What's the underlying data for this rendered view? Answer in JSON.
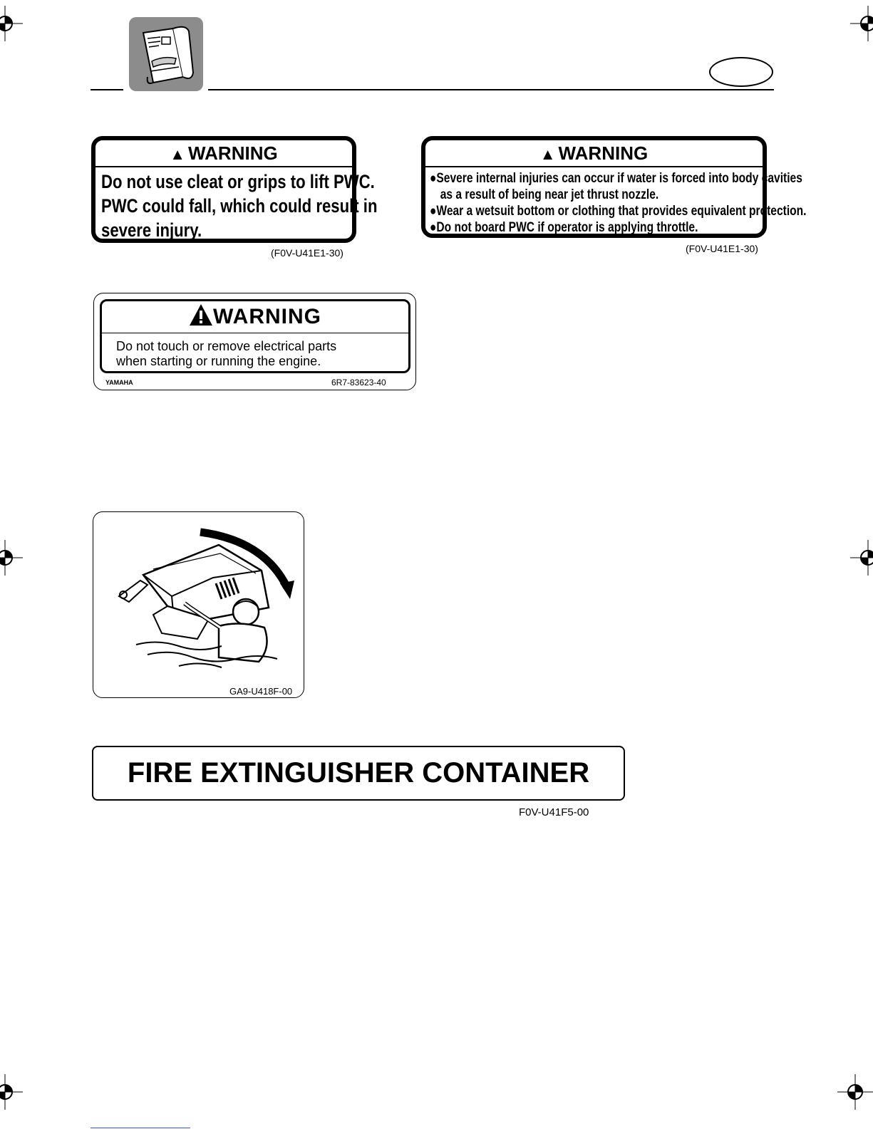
{
  "warning_1": {
    "title": "WARNING",
    "lines": [
      "Do not use cleat or grips to lift PWC.",
      "PWC could fall, which could result in",
      "severe injury."
    ],
    "code": "(F0V-U41E1-30)"
  },
  "warning_2": {
    "title": "WARNING",
    "bullets": [
      [
        "Severe internal injuries can occur if water is forced into body cavities",
        "as a result of being near jet thrust nozzle."
      ],
      [
        "Wear a wetsuit bottom or clothing that provides equivalent protection."
      ],
      [
        "Do not board PWC if operator is applying throttle."
      ]
    ],
    "code": "(F0V-U41E1-30)"
  },
  "warning_3": {
    "title": "WARNING",
    "lines": [
      "Do not touch or remove electrical parts",
      "when starting or running the engine."
    ],
    "brand": "YAMAHA",
    "code": "6R7-83623-40"
  },
  "illustration": {
    "code": "GA9-U418F-00"
  },
  "fire_label": {
    "text": "FIRE EXTINGUISHER CONTAINER",
    "code": "F0V-U41F5-00"
  }
}
